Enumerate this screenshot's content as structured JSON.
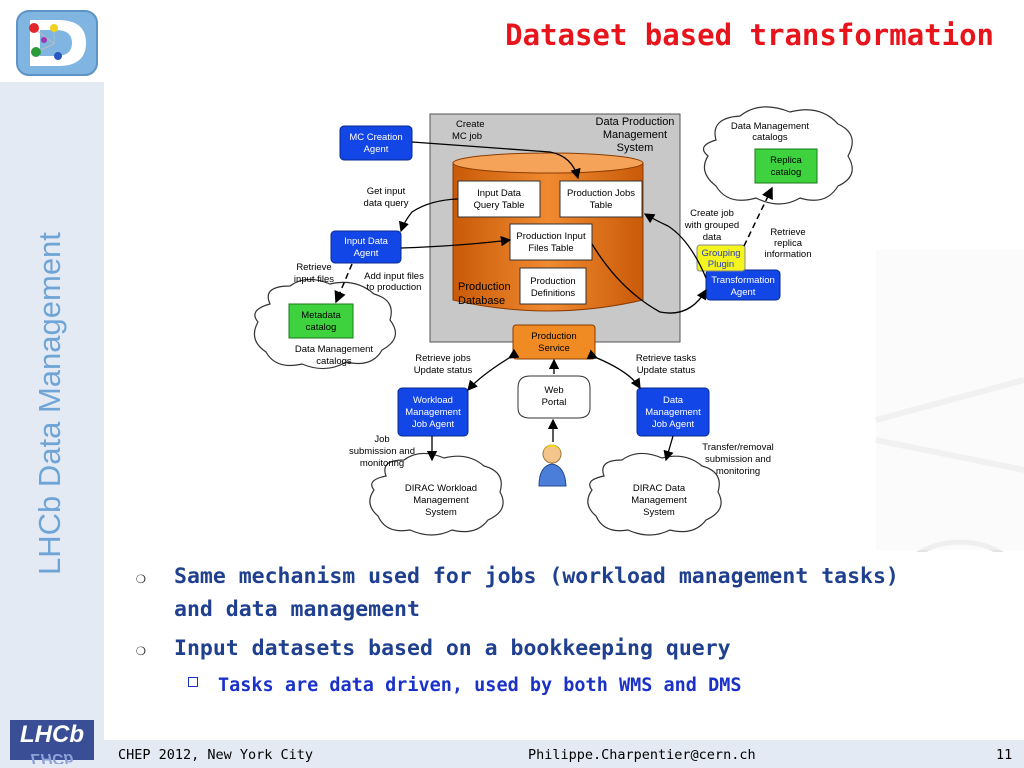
{
  "slide": {
    "title": "Dataset based transformation",
    "side_title": "LHCb Data Management",
    "logo_text": "LHCb"
  },
  "diagram": {
    "system_box": [
      "Data Production",
      "Management",
      "System"
    ],
    "database_label": [
      "Production",
      "Database"
    ],
    "tables": {
      "input_query": [
        "Input Data",
        "Query Table"
      ],
      "jobs_table": [
        "Production Jobs",
        "Table"
      ],
      "input_files": [
        "Production Input",
        "Files Table"
      ],
      "definitions": [
        "Production",
        "Definitions"
      ]
    },
    "agents": {
      "mc_creation": [
        "MC Creation",
        "Agent"
      ],
      "input_data": [
        "Input Data",
        "Agent"
      ],
      "transformation": [
        "Transformation",
        "Agent"
      ],
      "workload_job": [
        "Workload",
        "Management",
        "Job Agent"
      ],
      "data_job": [
        "Data",
        "Management",
        "Job Agent"
      ]
    },
    "grouping_plugin": [
      "Grouping",
      "Plugin"
    ],
    "production_service": [
      "Production",
      "Service"
    ],
    "web_portal": [
      "Web",
      "Portal"
    ],
    "catalogs": {
      "replica": [
        "Replica",
        "catalog"
      ],
      "replica_cloud_title": [
        "Data Management",
        "catalogs"
      ],
      "metadata": [
        "Metadata",
        "catalog"
      ],
      "metadata_cloud_title": [
        "Data Management",
        "catalogs"
      ]
    },
    "systems": {
      "dirac_workload": [
        "DIRAC Workload",
        "Management",
        "System"
      ],
      "dirac_data": [
        "DIRAC Data",
        "Management",
        "System"
      ]
    },
    "annotations": {
      "create_mc": [
        "Create",
        "MC job"
      ],
      "get_input": [
        "Get input",
        "data query"
      ],
      "retrieve_input": [
        "Retrieve",
        "input files"
      ],
      "add_input": [
        "Add input files",
        "to production"
      ],
      "create_grouped": [
        "Create job",
        "with grouped",
        "data"
      ],
      "retrieve_replica": [
        "Retrieve",
        "replica",
        "information"
      ],
      "retrieve_jobs": [
        "Retrieve jobs",
        "Update status"
      ],
      "retrieve_tasks": [
        "Retrieve tasks",
        "Update status"
      ],
      "job_submission": [
        "Job",
        "submission and",
        "monitoring"
      ],
      "transfer_removal": [
        "Transfer/removal",
        "submission and",
        "monitoring"
      ]
    },
    "colors": {
      "agent_blue": "#1346e6",
      "database_orange": "#e8741a",
      "catalog_green": "#3fd23f",
      "plugin_yellow": "#f4f41e"
    }
  },
  "bullets": [
    {
      "text": "Same mechanism used for jobs (workload management tasks) and data management"
    },
    {
      "text": "Input datasets based on a bookkeeping query",
      "sub": [
        "Tasks are data driven, used by both WMS and DMS"
      ]
    }
  ],
  "footer": {
    "left": "CHEP 2012, New York City",
    "center": "Philippe.Charpentier@cern.ch",
    "page": "11"
  }
}
